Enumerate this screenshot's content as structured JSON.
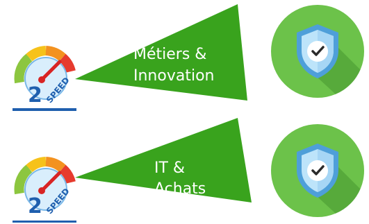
{
  "rows": [
    {
      "label_line1": "Métiers &",
      "label_line2": "Innovation",
      "badge_icon": "speedometer-2-speed-icon",
      "status_icon": "shield-check-icon"
    },
    {
      "label_line1": "IT &",
      "label_line2": "Achats",
      "badge_icon": "speedometer-2-speed-icon",
      "status_icon": "shield-check-icon"
    }
  ],
  "colors": {
    "beam_green": "#39a31d",
    "circle_green": "#6cc24a",
    "shadow_green": "#4f9f34",
    "shield_blue": "#4e9fd9",
    "shield_light": "#bde4fa",
    "check_dark": "#2a2a2a",
    "speed_blue": "#1f5fae"
  }
}
